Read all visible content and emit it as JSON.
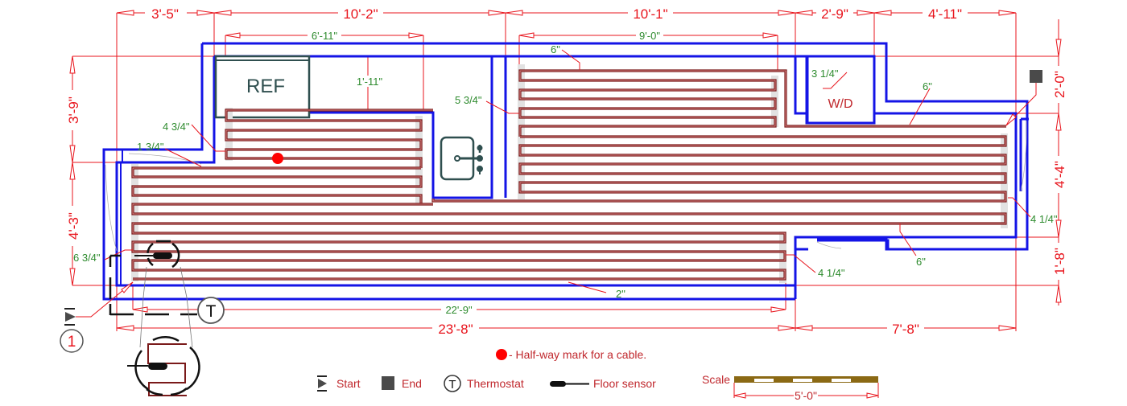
{
  "plan": {
    "colors": {
      "wall": "#1414e6",
      "cable": "#7a1a1a",
      "cable_fill": "#ffffff",
      "dimension": "#e8141c",
      "note": "#2e8b2e",
      "fixture": "#2f4f4f",
      "halfway": "#ff0000",
      "end": "#4a4a4a",
      "scale_bar": "#8b6914"
    },
    "fixtures": {
      "ref_label": "REF",
      "wd_label": "W/D",
      "sink_icon": "sink-icon"
    },
    "dimensions_top": [
      "3'-5\"",
      "10'-2\"",
      "10'-1\"",
      "2'-9\"",
      "4'-11\""
    ],
    "dimensions_inner": {
      "ref_width": "6'-11\"",
      "right_heated": "9'-0\"",
      "ref_depth": "1'-11\"",
      "heated_length": "22'-9\""
    },
    "dimensions_bottom": {
      "left": "23'-8\"",
      "right": "7'-8\""
    },
    "dimensions_left": [
      "3'-9\"",
      "4'-3\""
    ],
    "dimensions_right": [
      "2'-0\"",
      "4'-4\"",
      "1'-8\""
    ],
    "spacing_notes": {
      "top_6": "6\"",
      "sink_5_3_4": "5 3/4\"",
      "wd_3_1_4": "3 1/4\"",
      "wd_right_6": "6\"",
      "left_4_3_4": "4 3/4\"",
      "left_1_3_4": "1 3/4\"",
      "left_6_3_4": "6 3/4\"",
      "right_4_1_4": "4 1/4\"",
      "bottom_6": "6\"",
      "bottom_4_1_4": "4 1/4\"",
      "bottom_2": "2\""
    },
    "markers": {
      "start_number": "1",
      "thermostat_letter": "T"
    }
  },
  "legend": {
    "halfway": "- Half-way mark for a cable.",
    "start": "Start",
    "end": "End",
    "thermostat_letter": "T",
    "thermostat": "Thermostat",
    "sensor": "Floor sensor",
    "scale_label": "Scale",
    "scale_value": "5'-0\""
  }
}
